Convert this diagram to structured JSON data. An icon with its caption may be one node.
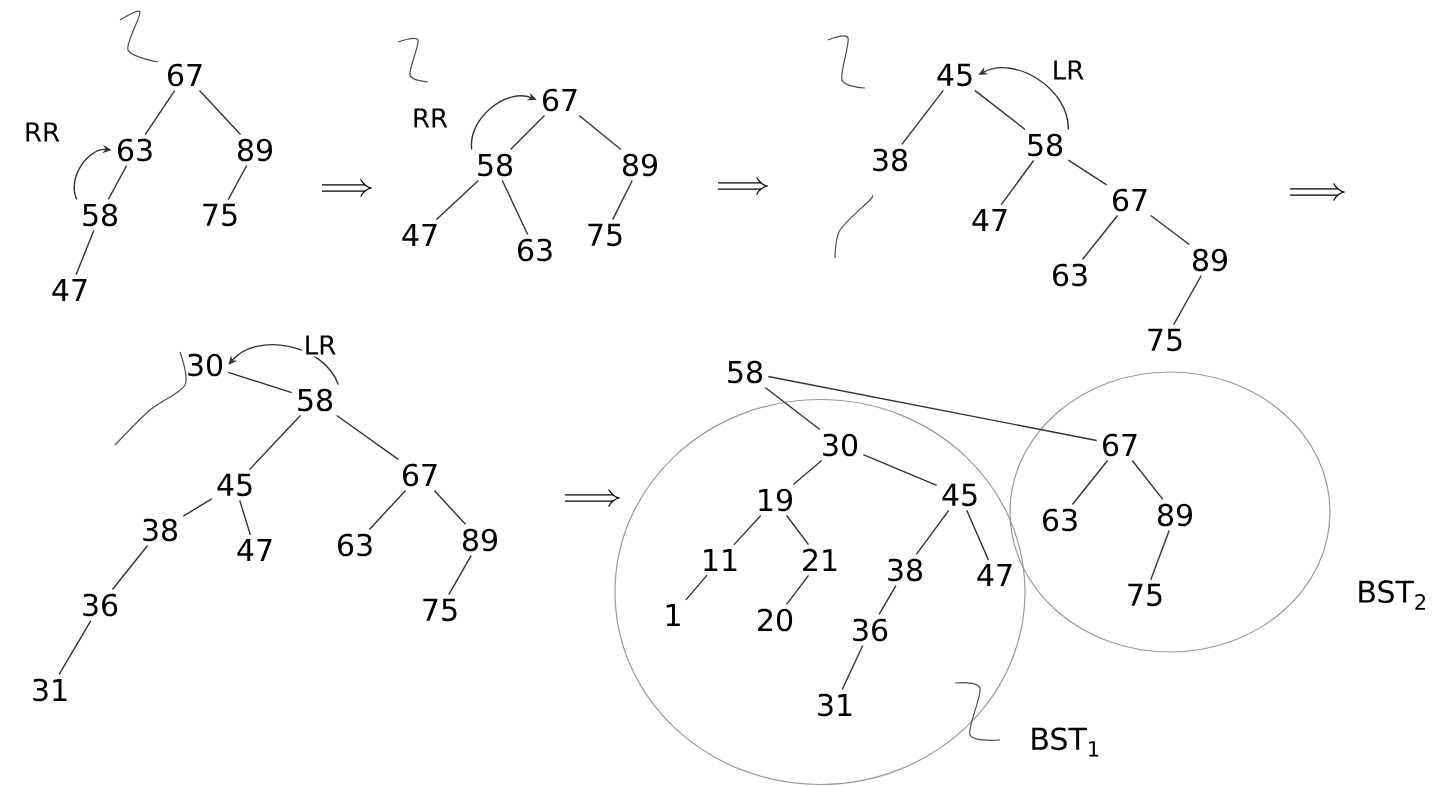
{
  "diagram": {
    "nodes": [
      {
        "text": [
          "67"
        ]
      },
      {
        "text": [
          "63"
        ]
      },
      {
        "text": [
          "89"
        ]
      },
      {
        "text": [
          "58"
        ]
      },
      {
        "text": [
          "75"
        ]
      },
      {
        "text": [
          "47"
        ]
      },
      {
        "text": [
          "67"
        ]
      },
      {
        "text": [
          "58"
        ]
      },
      {
        "text": [
          "89"
        ]
      },
      {
        "text": [
          "47"
        ]
      },
      {
        "text": [
          "63"
        ]
      },
      {
        "text": [
          "75"
        ]
      },
      {
        "text": [
          "45"
        ]
      },
      {
        "text": [
          "38"
        ]
      },
      {
        "text": [
          "58"
        ]
      },
      {
        "text": [
          "47"
        ]
      },
      {
        "text": [
          "67"
        ]
      },
      {
        "text": [
          "63"
        ]
      },
      {
        "text": [
          "89"
        ]
      },
      {
        "text": [
          "75"
        ]
      },
      {
        "text": [
          "30"
        ]
      },
      {
        "text": [
          "58"
        ]
      },
      {
        "text": [
          "45"
        ]
      },
      {
        "text": [
          "67"
        ]
      },
      {
        "text": [
          "38"
        ]
      },
      {
        "text": [
          "47"
        ]
      },
      {
        "text": [
          "63"
        ]
      },
      {
        "text": [
          "89"
        ]
      },
      {
        "text": [
          "36"
        ]
      },
      {
        "text": [
          "75"
        ]
      },
      {
        "text": [
          "31"
        ]
      },
      {
        "text": [
          "58"
        ]
      },
      {
        "text": [
          "BST$_{1}$"
        ]
      },
      {
        "text": [
          "30"
        ],
        "in": 32
      },
      {
        "text": [
          "19"
        ],
        "in": 32
      },
      {
        "text": [
          "45"
        ],
        "in": 32
      },
      {
        "text": [
          "11"
        ],
        "in": 32
      },
      {
        "text": [
          "21"
        ],
        "in": 32
      },
      {
        "text": [
          "38"
        ],
        "in": 32
      },
      {
        "text": [
          "47"
        ],
        "in": 32
      },
      {
        "text": [
          "1"
        ],
        "in": 32
      },
      {
        "text": [
          "20"
        ],
        "in": 32
      },
      {
        "text": [
          "36"
        ],
        "in": 32
      },
      {
        "text": [
          "31"
        ],
        "in": 32
      },
      {
        "text": [
          "BST$_{2}$"
        ]
      },
      {
        "text": [
          "67"
        ],
        "in": 44
      },
      {
        "text": [
          "63"
        ],
        "in": 44
      },
      {
        "text": [
          "89"
        ],
        "in": 44
      },
      {
        "text": [
          "75"
        ],
        "in": 44
      }
    ],
    "edges": [
      {
        "from": 0,
        "to": 1,
        "arrow": "none"
      },
      {
        "from": 0,
        "to": 2,
        "arrow": "none"
      },
      {
        "from": 1,
        "to": 3,
        "arrow": "none"
      },
      {
        "from": 2,
        "to": 4,
        "arrow": "none"
      },
      {
        "from": 3,
        "to": 5,
        "arrow": "none"
      },
      {
        "from": 3,
        "to": 1,
        "arrow": "to",
        "label": "RR"
      },
      {
        "from": 6,
        "to": 7,
        "arrow": "none"
      },
      {
        "from": 6,
        "to": 8,
        "arrow": "none"
      },
      {
        "from": 7,
        "to": 9,
        "arrow": "none"
      },
      {
        "from": 7,
        "to": 10,
        "arrow": "none"
      },
      {
        "from": 8,
        "to": 11,
        "arrow": "none"
      },
      {
        "from": 7,
        "to": 6,
        "arrow": "to",
        "label": "RR"
      },
      {
        "from": 12,
        "to": 13,
        "arrow": "none"
      },
      {
        "from": 12,
        "to": 14,
        "arrow": "none"
      },
      {
        "from": 14,
        "to": 15,
        "arrow": "none"
      },
      {
        "from": 14,
        "to": 16,
        "arrow": "none"
      },
      {
        "from": 16,
        "to": 17,
        "arrow": "none"
      },
      {
        "from": 16,
        "to": 18,
        "arrow": "none"
      },
      {
        "from": 18,
        "to": 19,
        "arrow": "none"
      },
      {
        "from": 14,
        "to": 12,
        "arrow": "to",
        "label": "LR"
      },
      {
        "from": 20,
        "to": 21,
        "arrow": "none"
      },
      {
        "from": 21,
        "to": 22,
        "arrow": "none"
      },
      {
        "from": 21,
        "to": 23,
        "arrow": "none"
      },
      {
        "from": 22,
        "to": 24,
        "arrow": "none"
      },
      {
        "from": 22,
        "to": 25,
        "arrow": "none"
      },
      {
        "from": 23,
        "to": 26,
        "arrow": "none"
      },
      {
        "from": 23,
        "to": 27,
        "arrow": "none"
      },
      {
        "from": 24,
        "to": 28,
        "arrow": "none"
      },
      {
        "from": 27,
        "to": 29,
        "arrow": "none"
      },
      {
        "from": 28,
        "to": 30,
        "arrow": "none"
      },
      {
        "from": 21,
        "to": 20,
        "arrow": "to",
        "label": "LR"
      },
      {
        "from": 31,
        "to": 33,
        "arrow": "none"
      },
      {
        "from": 31,
        "to": 45,
        "arrow": "none"
      },
      {
        "from": 33,
        "to": 34,
        "arrow": "none"
      },
      {
        "from": 33,
        "to": 35,
        "arrow": "none"
      },
      {
        "from": 34,
        "to": 36,
        "arrow": "none"
      },
      {
        "from": 34,
        "to": 37,
        "arrow": "none"
      },
      {
        "from": 35,
        "to": 38,
        "arrow": "none"
      },
      {
        "from": 35,
        "to": 39,
        "arrow": "none"
      },
      {
        "from": 36,
        "to": 40,
        "arrow": "none"
      },
      {
        "from": 37,
        "to": 41,
        "arrow": "none"
      },
      {
        "from": 38,
        "to": 42,
        "arrow": "none"
      },
      {
        "from": 42,
        "to": 43,
        "arrow": "none"
      },
      {
        "from": 45,
        "to": 46,
        "arrow": "none"
      },
      {
        "from": 45,
        "to": 47,
        "arrow": "none"
      },
      {
        "from": 47,
        "to": 48,
        "arrow": "none"
      }
    ]
  }
}
